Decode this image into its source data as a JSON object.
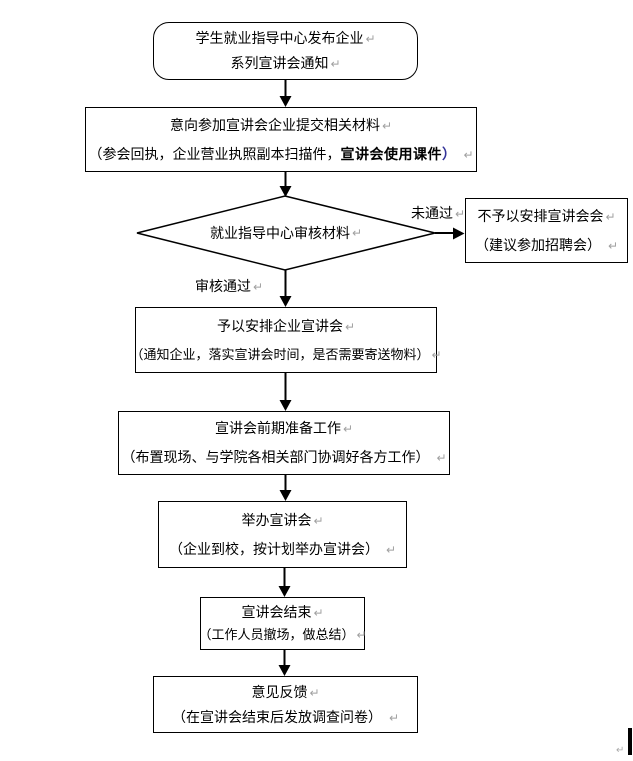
{
  "marks": {
    "return": "↵"
  },
  "colors": {
    "line": "#000000",
    "bold_close_paren": "#333399",
    "paragraph_mark": "#a0a0a0"
  },
  "nodes": {
    "start": {
      "line1": "学生就业指导中心发布企业",
      "line2": "系列宣讲会通知"
    },
    "materials": {
      "line1": "意向参加宣讲会企业提交相关材料",
      "line2_prefix": "（参会回执，企业营业执照副本扫描件，",
      "line2_bold": "宣讲会使用课件",
      "line2_close": "）"
    },
    "review": {
      "label": "就业指导中心审核材料"
    },
    "reject": {
      "line1": "不予以安排宣讲会会",
      "line2": "（建议参加招聘会）"
    },
    "arrange": {
      "line1": "予以安排企业宣讲会",
      "line2": "（通知企业，落实宣讲会时间，是否需要寄送物料）"
    },
    "prepare": {
      "line1": "宣讲会前期准备工作",
      "line2": "（布置现场、与学院各相关部门协调好各方工作）"
    },
    "hold": {
      "line1": "举办宣讲会",
      "line2": "（企业到校，按计划举办宣讲会）"
    },
    "finish": {
      "line1": "宣讲会结束",
      "line2": "（工作人员撤场，做总结）"
    },
    "feedback": {
      "line1": "意见反馈",
      "line2": "（在宣讲会结束后发放调查问卷）"
    }
  },
  "edges": {
    "fail_label": "未通过",
    "pass_label": "审核通过"
  }
}
